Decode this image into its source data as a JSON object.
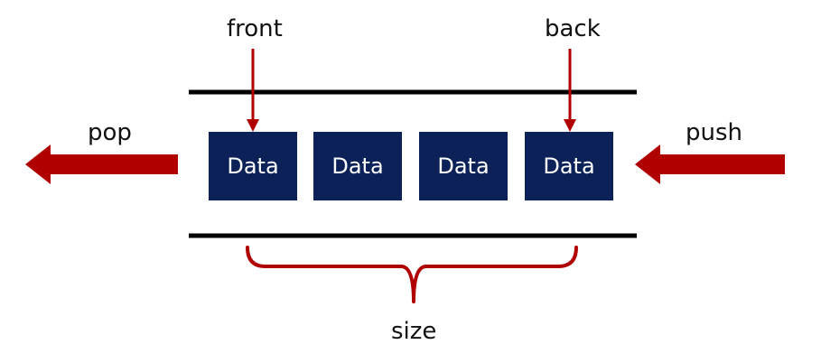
{
  "labels": {
    "front": "front",
    "back": "back",
    "pop": "pop",
    "push": "push",
    "size": "size"
  },
  "queue": {
    "items": [
      "Data",
      "Data",
      "Data",
      "Data"
    ]
  },
  "colors": {
    "accent": "#b00000",
    "box_fill": "#0b2157",
    "box_text": "#ffffff",
    "rail": "#000000"
  }
}
